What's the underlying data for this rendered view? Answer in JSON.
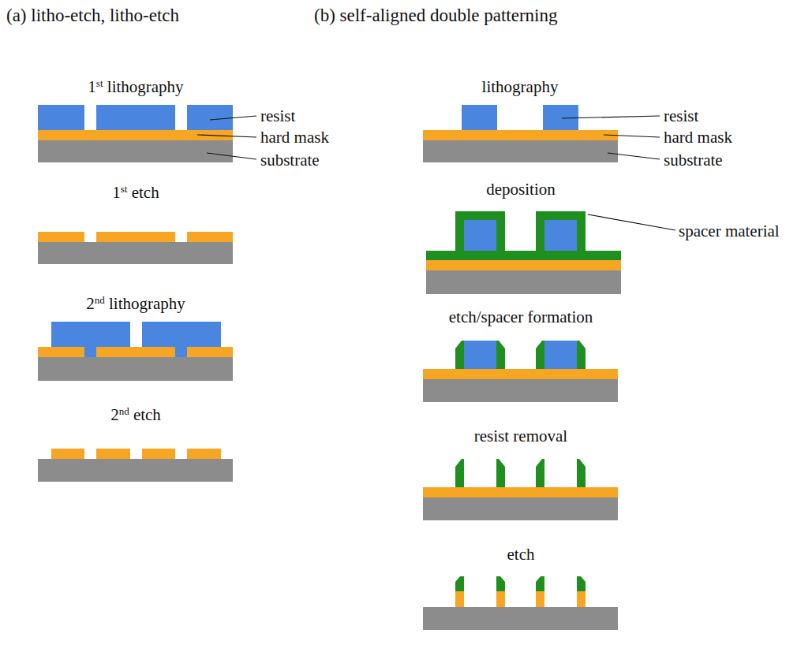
{
  "diagram": {
    "labels": [
      "(a) litho-etch, litho-etch",
      "(b) self-aligned double patterning",
      "1st lithography",
      "resist",
      "hard mask",
      "substrate",
      "1st etch",
      "2nd lithography",
      "2nd etch",
      "lithography",
      "resist",
      "hard mask",
      "substrate",
      "deposition",
      "spacer material",
      "etch/spacer formation",
      "resist removal",
      "etch"
    ]
  }
}
